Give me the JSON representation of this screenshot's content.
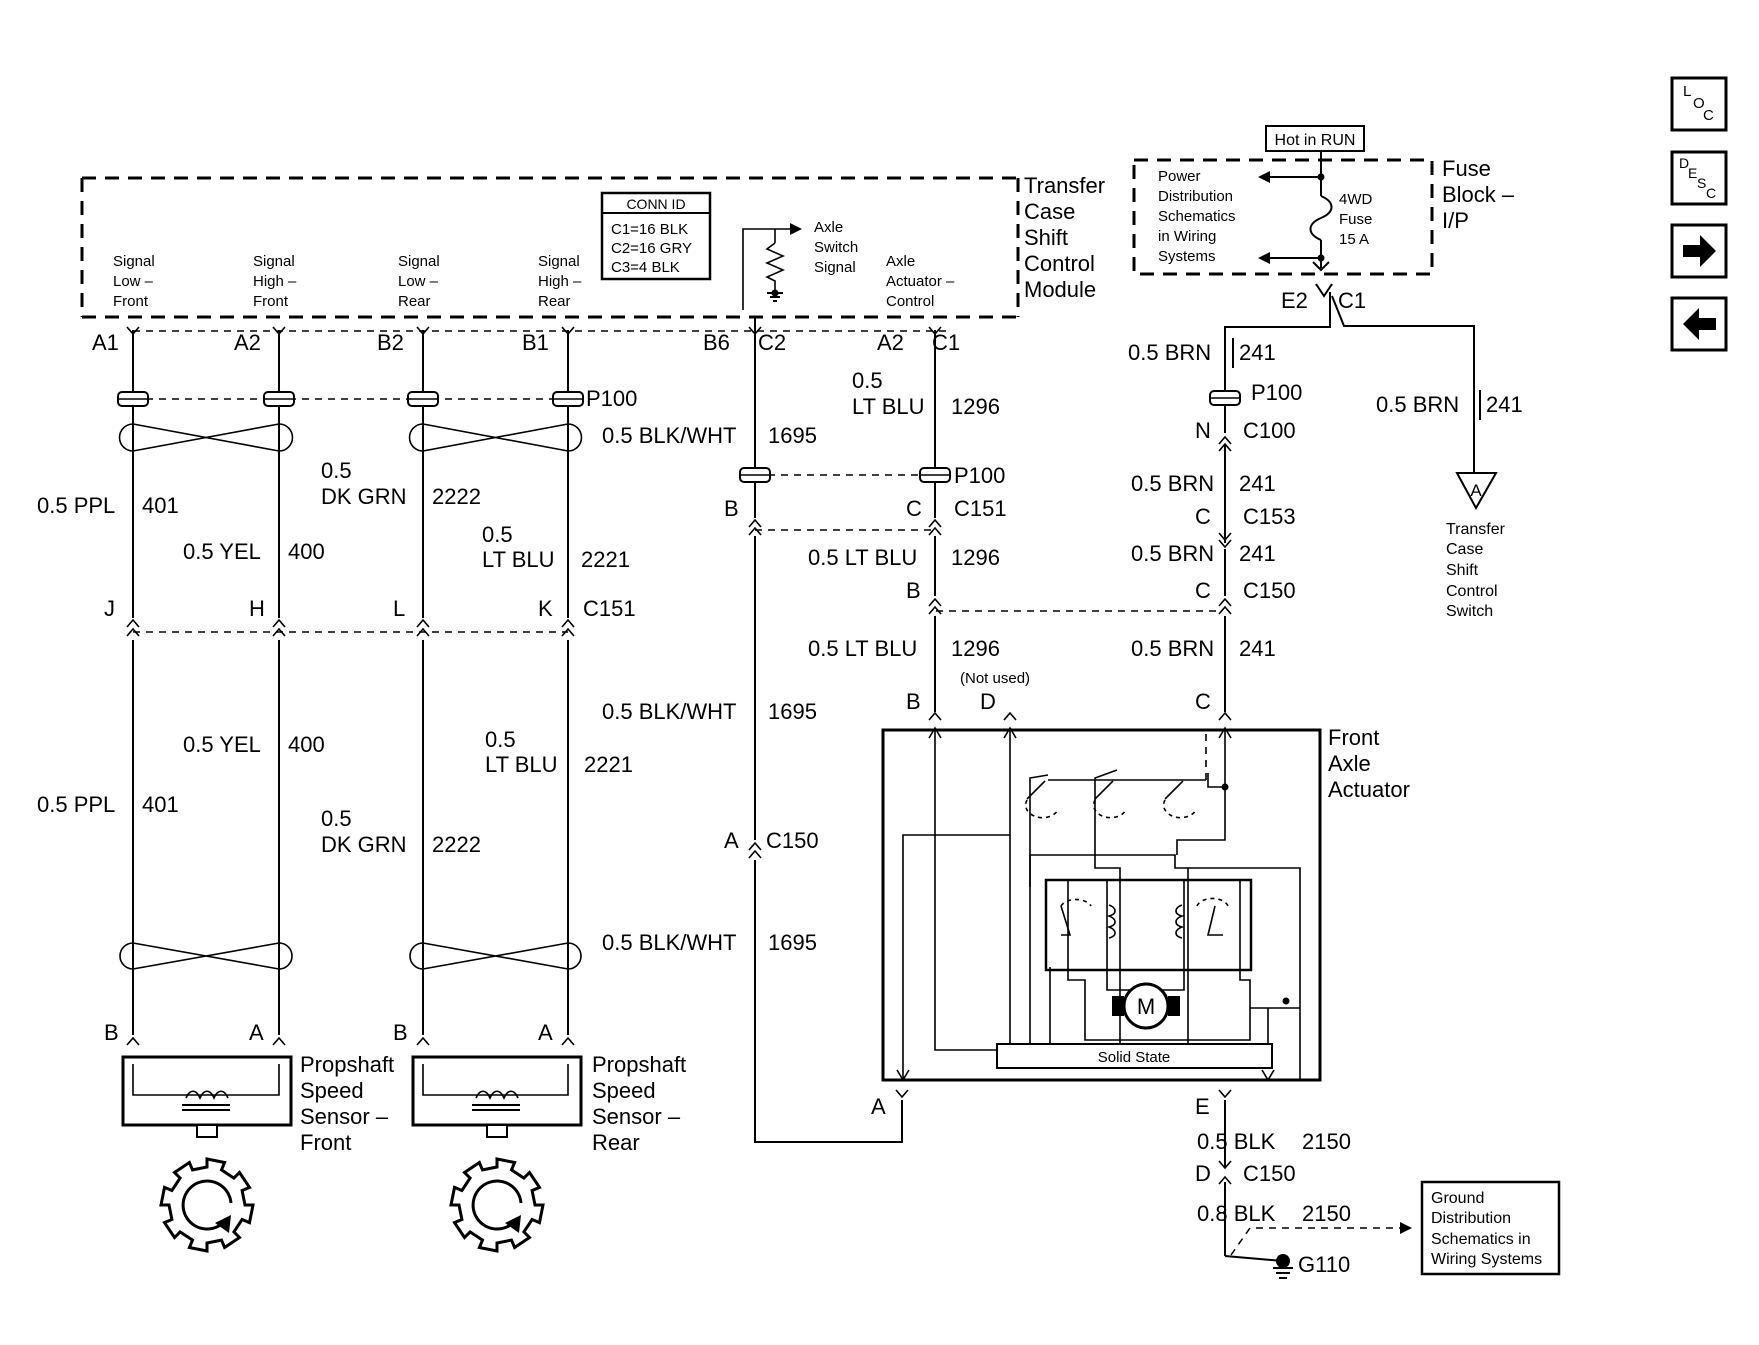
{
  "nav": {
    "loc_letters": [
      "L",
      "O",
      "C"
    ],
    "desc_letters": [
      "D",
      "E",
      "S",
      "C"
    ]
  },
  "module": {
    "name_lines": [
      "Transfer",
      "Case",
      "Shift",
      "Control",
      "Module"
    ],
    "conn_id": {
      "title": "CONN ID",
      "lines": [
        "C1=16 BLK",
        "C2=16 GRY",
        "C3=4 BLK"
      ]
    },
    "signals": [
      [
        "Signal",
        "Low –",
        "Front"
      ],
      [
        "Signal",
        "High –",
        "Front"
      ],
      [
        "Signal",
        "Low –",
        "Rear"
      ],
      [
        "Signal",
        "High –",
        "Rear"
      ]
    ],
    "axle_switch": [
      "Axle",
      "Switch",
      "Signal"
    ],
    "axle_actuator": [
      "Axle",
      "Actuator –",
      "Control"
    ],
    "pins": [
      "A1",
      "A2",
      "B2",
      "B1",
      "B6",
      "C2",
      "A2",
      "C1"
    ]
  },
  "fuse": {
    "hot": "Hot in RUN",
    "block_lines": [
      "Fuse",
      "Block –",
      "I/P"
    ],
    "pd_lines": [
      "Power",
      "Distribution",
      "Schematics",
      "in Wiring",
      "Systems"
    ],
    "fuse_lines": [
      "4WD",
      "Fuse",
      "15 A"
    ],
    "e2": "E2",
    "c1": "C1"
  },
  "connectors": {
    "p100": "P100",
    "c151": "C151",
    "c150": "C150",
    "c100": "C100",
    "c153": "C153",
    "j": "J",
    "h": "H",
    "l": "L",
    "k": "K",
    "b": "B",
    "c": "C",
    "a": "A",
    "n": "N",
    "d": "D",
    "e": "E"
  },
  "wires": {
    "ppl_gauge": "0.5 PPL",
    "ppl_num": "401",
    "yel_gauge": "0.5 YEL",
    "yel_num": "400",
    "dkgrn_gauge": "0.5",
    "dkgrn_color": "DK GRN",
    "dkgrn_num": "2222",
    "ltblu_gauge": "0.5",
    "ltblu_color": "LT BLU",
    "ltblu_num": "2221",
    "blkwht_gauge": "0.5 BLK/WHT",
    "blkwht_num": "1695",
    "ltblu1296_gauge": "0.5",
    "ltblu1296_color": "LT BLU",
    "ltblu1296_full": "0.5 LT BLU",
    "ltblu1296_num": "1296",
    "brn_gauge": "0.5 BRN",
    "brn_num": "241",
    "blk05_gauge": "0.5 BLK",
    "blk_num": "2150",
    "blk08_gauge": "0.8 BLK"
  },
  "actuator": {
    "name_lines": [
      "Front",
      "Axle",
      "Actuator"
    ],
    "not_used": "(Not used)",
    "solid_state": "Solid State",
    "motor": "M"
  },
  "sensors": {
    "front_lines": [
      "Propshaft",
      "Speed",
      "Sensor –",
      "Front"
    ],
    "rear_lines": [
      "Propshaft",
      "Speed",
      "Sensor –",
      "Rear"
    ]
  },
  "switch_ref": {
    "letter": "A",
    "lines": [
      "Transfer",
      "Case",
      "Shift",
      "Control",
      "Switch"
    ]
  },
  "ground": {
    "ref_lines": [
      "Ground",
      "Distribution",
      "Schematics in",
      "Wiring Systems"
    ],
    "g110": "G110"
  }
}
